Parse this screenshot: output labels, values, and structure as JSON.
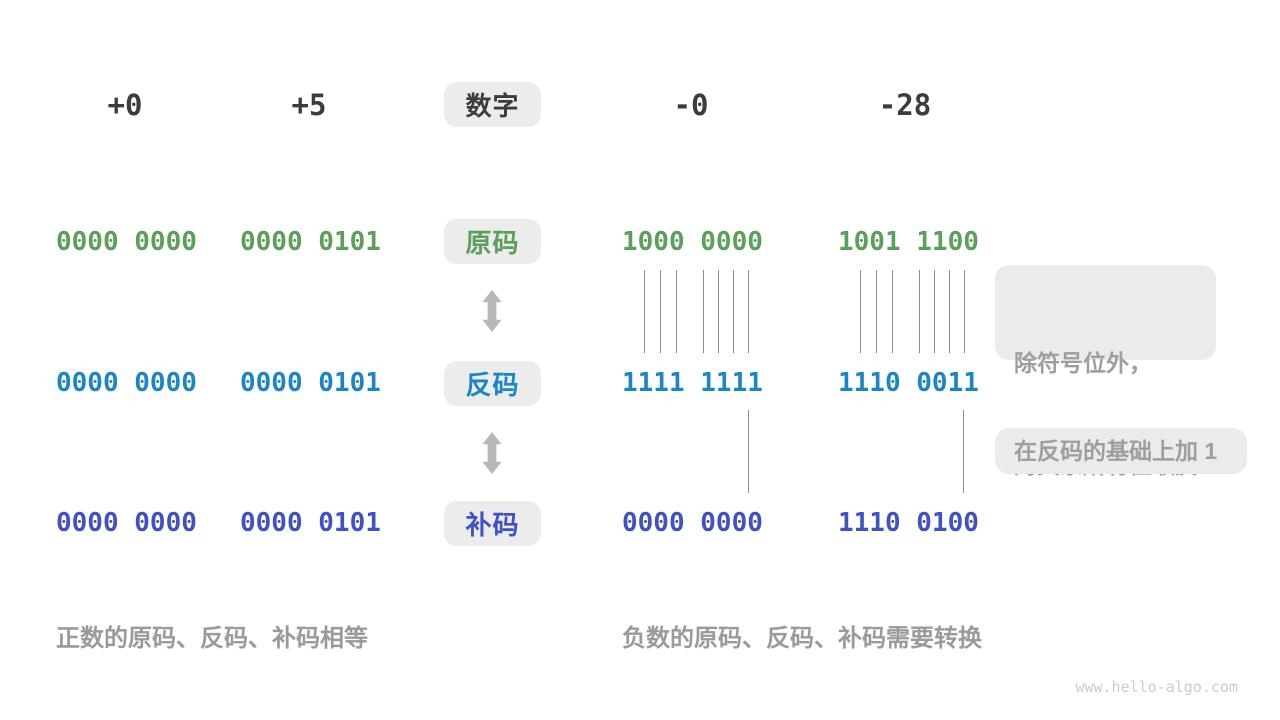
{
  "colors": {
    "green": "#5aa05a",
    "blue": "#1b85c8",
    "indigo": "#4050c5",
    "box_bg": "#ececec",
    "dark_text": "#3c3c3c",
    "annotation_gray": "#9e9e9e"
  },
  "headers": {
    "pos_zero": "+0",
    "pos_five": "+5",
    "number_label": "数字",
    "neg_zero": "-0",
    "neg_twenty_eight": "-28"
  },
  "rows": [
    {
      "label": "原码",
      "values": [
        "0000 0000",
        "0000 0101",
        "1000 0000",
        "1001 1100"
      ]
    },
    {
      "label": "反码",
      "values": [
        "0000 0000",
        "0000 0101",
        "1111 1111",
        "1110 0011"
      ]
    },
    {
      "label": "补码",
      "values": [
        "0000 0000",
        "0000 0101",
        "0000 0000",
        "1110 0100"
      ]
    }
  ],
  "annotations": {
    "invert_line1": "除符号位外，",
    "invert_line2": "对其余所有位取反",
    "add_one": "在反码的基础上加 1"
  },
  "captions": {
    "positive": "正数的原码、反码、补码相等",
    "negative": "负数的原码、反码、补码需要转换"
  },
  "watermark": "www.hello-algo.com"
}
